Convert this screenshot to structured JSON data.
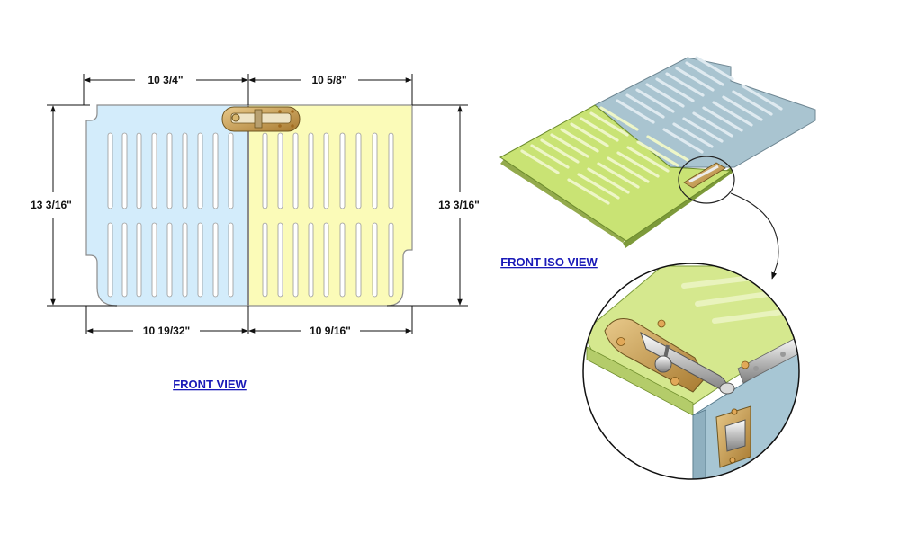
{
  "front_view": {
    "title": "FRONT VIEW",
    "dimensions": {
      "top_left": "10 3/4\"",
      "top_right": "10 5/8\"",
      "bottom_left": "10 19/32\"",
      "bottom_right": "10 9/16\"",
      "left_height": "13 3/16\"",
      "right_height": "13 3/16\""
    },
    "colors": {
      "left_panel": "#d3ecfb",
      "right_panel": "#fbfbb8",
      "outline": "#8c8c8c",
      "slot_fill": "#ffffff"
    }
  },
  "iso_view": {
    "title": "FRONT ISO VIEW",
    "colors": {
      "green_panel": "#c9e374",
      "blue_panel": "#a9c4d0",
      "latch": "#c9a35a"
    }
  },
  "detail_view": {
    "colors": {
      "green_panel": "#d5e88e",
      "blue_panel": "#a7c6d4",
      "brass": "#c89a4a",
      "chrome": "#d7d7d7"
    }
  }
}
